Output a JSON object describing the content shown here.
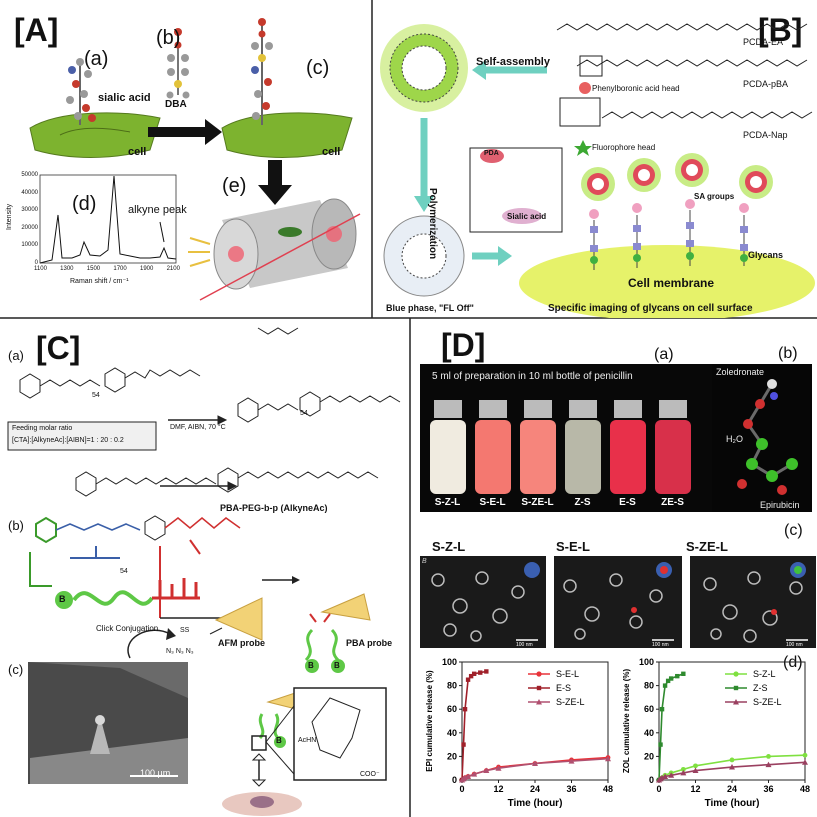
{
  "panelA": {
    "label": "[A]",
    "a": "(a)",
    "b": "(b)",
    "c": "(c)",
    "d": "(d)",
    "e": "(e)",
    "sialic": "sialic acid",
    "dba": "DBA",
    "cell1": "cell",
    "cell2": "cell",
    "alkyne": "alkyne peak",
    "ylabel": "Intensity",
    "xlabel": "Raman shift / cm⁻¹",
    "xticks": [
      "1100",
      "1300",
      "1500",
      "1700",
      "1900",
      "2100"
    ],
    "yticks": [
      "0",
      "10000",
      "20000",
      "30000",
      "40000",
      "50000"
    ]
  },
  "panelB": {
    "label": "[B]",
    "selfassembly": "Self-assembly",
    "polymerization": "Polymerization",
    "pcdaEA": "PCDA-EA",
    "pcdaPBA": "PCDA-pBA",
    "pcdaNap": "PCDA-Nap",
    "pba_head": "Phenylboronic acid head",
    "fluor_head": "Fluorophore head",
    "pda": "PDA",
    "sialic": "Sialic acid",
    "sa_groups": "SA groups",
    "glycans": "Glycans",
    "membrane": "Cell membrane",
    "bluephase": "Blue phase, \"FL Off\"",
    "imaging": "Specific imaging of glycans on cell surface"
  },
  "panelC": {
    "label": "[C]",
    "a": "(a)",
    "b": "(b)",
    "c": "(c)",
    "n54a": "54",
    "n54b": "54",
    "n54c": "54",
    "conditions": "DMF, AIBN, 70 °C",
    "feed1": "Feeding molar ratio",
    "feed2": "[CTA]:[AlkyneAc]:[AIBN]=1 : 20 : 0.2",
    "product": "PBA-PEG-b-p (AlkyneAc)",
    "click": "Click Conjugation",
    "afm": "AFM probe",
    "pbaprobe": "PBA probe",
    "scale": "100 μm",
    "B1": "B",
    "B2": "B",
    "B3": "B",
    "B4": "B",
    "achn": "AcHN",
    "coo": "COO⁻",
    "ss": "SS",
    "n3": "N₃ N₃ N₃"
  },
  "panelD": {
    "label": "[D]",
    "a": "(a)",
    "b": "(b)",
    "c": "(c)",
    "d": "(d)",
    "photo_caption": "5 ml of preparation in 10 ml bottle of penicillin",
    "vials": [
      "S-Z-L",
      "S-E-L",
      "S-ZE-L",
      "Z-S",
      "E-S",
      "ZE-S"
    ],
    "zoledronate": "Zoledronate",
    "h2o": "H₂O",
    "epirubicin": "Epirubicin",
    "micro_titles": [
      "S-Z-L",
      "S-E-L",
      "S-ZE-L"
    ],
    "micro_scale": "100 nm",
    "micro_b": "B"
  },
  "chart_data": [
    {
      "type": "line",
      "title": "",
      "xlabel": "Time (hour)",
      "ylabel": "EPI cumulative release (%)",
      "xlim": [
        0,
        48
      ],
      "ylim": [
        0,
        100
      ],
      "xticks": [
        0,
        12,
        24,
        36,
        48
      ],
      "yticks": [
        0,
        20,
        40,
        60,
        80,
        100
      ],
      "legend": "top-right",
      "series": [
        {
          "name": "S-E-L",
          "color": "#e8333a",
          "marker": "circle",
          "x": [
            0,
            0.5,
            1,
            2,
            4,
            8,
            12,
            24,
            36,
            48
          ],
          "y": [
            0,
            1,
            2,
            3,
            5,
            8,
            11,
            14,
            17,
            19
          ]
        },
        {
          "name": "E-S",
          "color": "#a0202a",
          "marker": "square",
          "x": [
            0,
            0.5,
            1,
            2,
            3,
            4,
            6,
            8
          ],
          "y": [
            0,
            30,
            60,
            85,
            88,
            90,
            91,
            92
          ]
        },
        {
          "name": "S-ZE-L",
          "color": "#b05070",
          "marker": "triangle",
          "x": [
            0,
            0.5,
            1,
            2,
            4,
            8,
            12,
            24,
            36,
            48
          ],
          "y": [
            0,
            1,
            2,
            3,
            5,
            8,
            10,
            14,
            16,
            18
          ]
        }
      ]
    },
    {
      "type": "line",
      "title": "",
      "xlabel": "Time (hour)",
      "ylabel": "ZOL cumulative release (%)",
      "xlim": [
        0,
        48
      ],
      "ylim": [
        0,
        100
      ],
      "xticks": [
        0,
        12,
        24,
        36,
        48
      ],
      "yticks": [
        0,
        20,
        40,
        60,
        80,
        100
      ],
      "legend": "top-right",
      "series": [
        {
          "name": "S-Z-L",
          "color": "#7fe040",
          "marker": "circle",
          "x": [
            0,
            0.5,
            1,
            2,
            4,
            8,
            12,
            24,
            36,
            48
          ],
          "y": [
            0,
            1,
            2,
            4,
            6,
            9,
            12,
            17,
            20,
            21
          ]
        },
        {
          "name": "Z-S",
          "color": "#2e8a2e",
          "marker": "square",
          "x": [
            0,
            0.5,
            1,
            2,
            3,
            4,
            6,
            8
          ],
          "y": [
            0,
            30,
            60,
            80,
            84,
            86,
            88,
            90
          ]
        },
        {
          "name": "S-ZE-L",
          "color": "#9a4060",
          "marker": "triangle",
          "x": [
            0,
            0.5,
            1,
            2,
            4,
            8,
            12,
            24,
            36,
            48
          ],
          "y": [
            0,
            1,
            2,
            3,
            4,
            6,
            8,
            11,
            13,
            15
          ]
        }
      ]
    }
  ]
}
